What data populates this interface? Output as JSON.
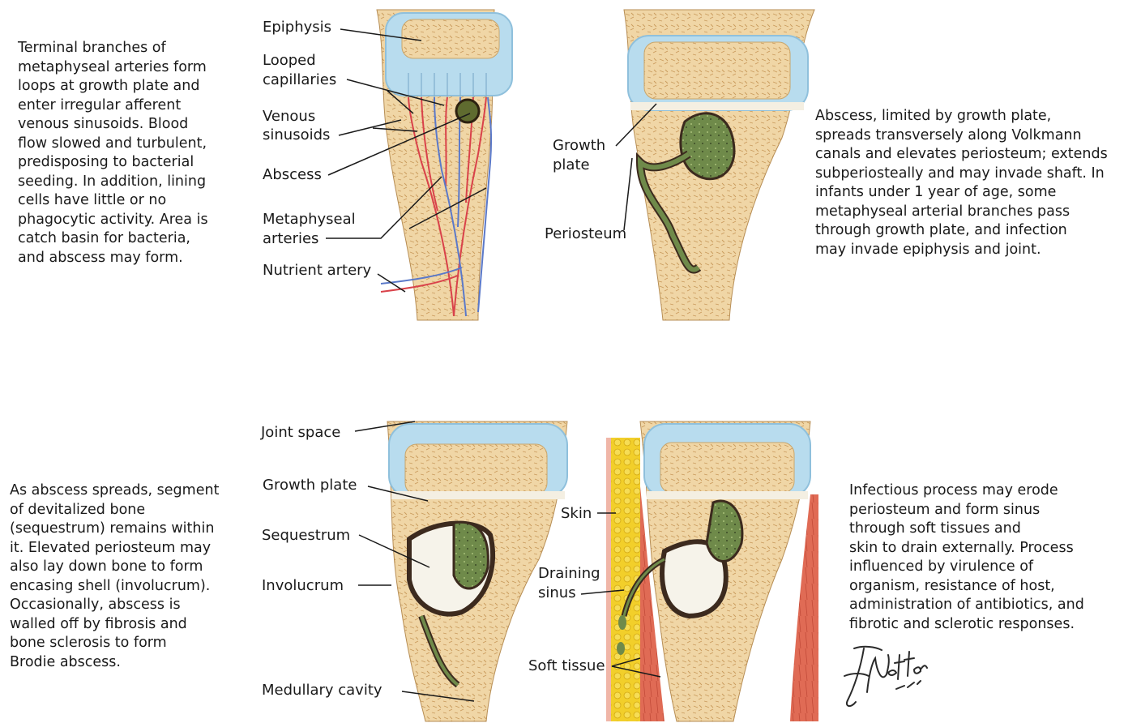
{
  "colors": {
    "cartilage": "#b8dcee",
    "cartilage_edge": "#8fc0dc",
    "bone": "#f0d6a6",
    "bone_edge": "#c9a56a",
    "artery": "#d9424a",
    "vein": "#5b79c9",
    "pus": "#6f8a4a",
    "pus_dark": "#3c2a1e",
    "inflamed": "#f2b4b4",
    "fat": "#f2cf2a",
    "muscle": "#e06b55"
  },
  "paragraphs": {
    "top_left": [
      "Terminal branches of",
      "metaphyseal arteries form",
      "loops at growth plate and",
      "enter irregular afferent",
      "venous sinusoids. Blood",
      "flow slowed and turbulent,",
      "predisposing to bacterial",
      "seeding. In addition, lining",
      "cells have little or no",
      "phagocytic activity. Area is",
      "catch basin for bacteria,",
      "and abscess may form."
    ],
    "top_right": [
      "Abscess, limited by growth plate,",
      "spreads transversely along Volkmann",
      "canals and elevates periosteum; extends",
      "subperiosteally and may invade shaft. In",
      "infants under 1 year of age, some",
      "metaphyseal arterial branches pass",
      "through growth plate, and infection",
      "may invade epiphysis and joint."
    ],
    "bottom_left": [
      "As abscess spreads, segment",
      "of devitalized bone",
      "(sequestrum) remains within",
      "it. Elevated periosteum may",
      "also lay down bone to form",
      "encasing shell (involucrum).",
      "Occasionally, abscess is",
      "walled off by fibrosis and",
      "bone sclerosis to form",
      "Brodie abscess."
    ],
    "bottom_right": [
      "Infectious process may erode",
      "periosteum and form sinus",
      "through soft tissues and",
      "skin to drain externally. Process",
      "influenced by virulence of",
      "organism, resistance of host,",
      "administration of antibiotics, and",
      "fibrotic and sclerotic responses."
    ]
  },
  "labels": {
    "epiphysis": "Epiphysis",
    "looped_capillaries": [
      "Looped",
      "capillaries"
    ],
    "venous_sinusoids": [
      "Venous",
      "sinusoids"
    ],
    "abscess": "Abscess",
    "metaphyseal_arteries": [
      "Metaphyseal",
      "arteries"
    ],
    "nutrient_artery": "Nutrient artery",
    "growth_plate_top": [
      "Growth",
      "plate"
    ],
    "periosteum": "Periosteum",
    "joint_space": "Joint space",
    "growth_plate_bottom": "Growth plate",
    "sequestrum": "Sequestrum",
    "involucrum": "Involucrum",
    "medullary_cavity": "Medullary cavity",
    "skin": "Skin",
    "draining_sinus": [
      "Draining",
      "sinus"
    ],
    "soft_tissue": "Soft tissue"
  },
  "signature": "F. Netter M.D."
}
